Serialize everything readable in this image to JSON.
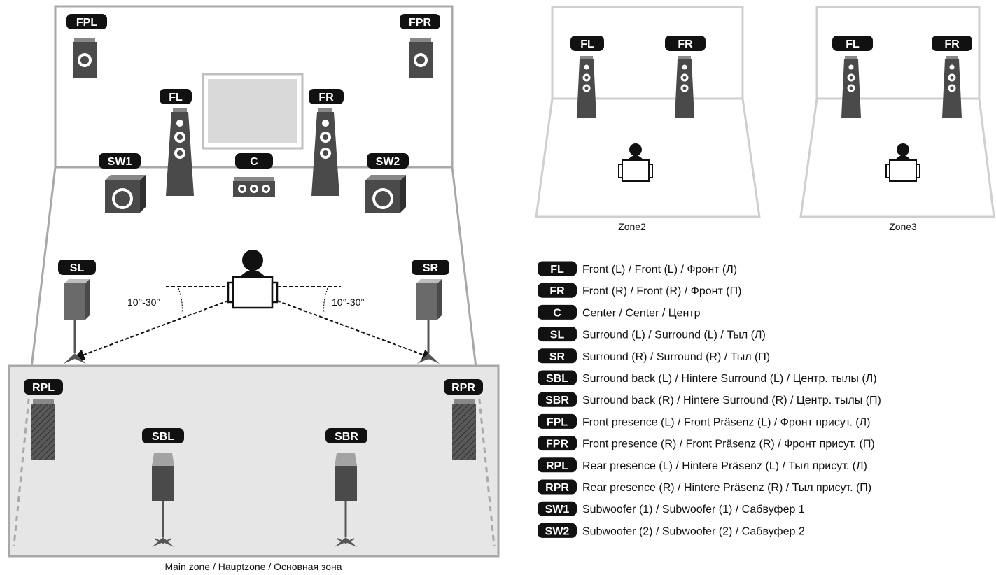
{
  "colors": {
    "frame": "#a8a8a8",
    "speaker_dark": "#4a4a4a",
    "badge_bg": "#111111",
    "floor_panel": "#e6e6e6"
  },
  "main": {
    "caption": "Main zone / Hauptzone / Основная зона",
    "angle_label": "10°-30°",
    "badges": {
      "fpl": "FPL",
      "fpr": "FPR",
      "fl": "FL",
      "fr": "FR",
      "c": "C",
      "sw1": "SW1",
      "sw2": "SW2",
      "sl": "SL",
      "sr": "SR",
      "rpl": "RPL",
      "rpr": "RPR",
      "sbl": "SBL",
      "sbr": "SBR"
    }
  },
  "zone2": {
    "caption": "Zone2",
    "badges": {
      "fl": "FL",
      "fr": "FR"
    }
  },
  "zone3": {
    "caption": "Zone3",
    "badges": {
      "fl": "FL",
      "fr": "FR"
    }
  },
  "legend": [
    {
      "badge": "FL",
      "en": "Front (L) / Front (L) / ",
      "ru": "Фронт (Л)"
    },
    {
      "badge": "FR",
      "en": "Front (R) / Front (R) / ",
      "ru": "Фронт (П)"
    },
    {
      "badge": "C",
      "en": "Center / Center / ",
      "ru": "Центр"
    },
    {
      "badge": "SL",
      "en": "Surround (L) / Surround (L) / ",
      "ru": "Тыл (Л)"
    },
    {
      "badge": "SR",
      "en": "Surround (R) / Surround (R) / ",
      "ru": "Тыл (П)"
    },
    {
      "badge": "SBL",
      "en": "Surround back (L) / Hintere Surround (L) / ",
      "ru": "Центр. тылы (Л)"
    },
    {
      "badge": "SBR",
      "en": "Surround back (R) / Hintere Surround (R) / ",
      "ru": "Центр. тылы (П)"
    },
    {
      "badge": "FPL",
      "en": "Front presence (L) / Front Präsenz (L) / ",
      "ru": "Фронт присут. (Л)"
    },
    {
      "badge": "FPR",
      "en": "Front presence (R) / Front Präsenz (R) / ",
      "ru": "Фронт присут. (П)"
    },
    {
      "badge": "RPL",
      "en": "Rear presence (L) / Hintere Präsenz (L) / ",
      "ru": "Тыл присут. (Л)"
    },
    {
      "badge": "RPR",
      "en": "Rear presence (R) / Hintere Präsenz (R) / ",
      "ru": "Тыл присут. (П)"
    },
    {
      "badge": "SW1",
      "en": "Subwoofer (1) / Subwoofer (1) / ",
      "ru": "Сабвуфер 1"
    },
    {
      "badge": "SW2",
      "en": "Subwoofer (2) / Subwoofer (2) / ",
      "ru": "Сабвуфер 2"
    }
  ]
}
